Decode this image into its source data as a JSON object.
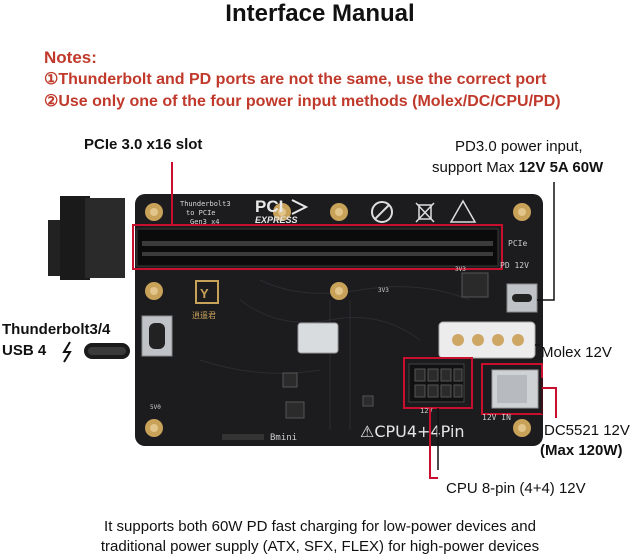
{
  "title": "Interface Manual",
  "notes": {
    "heading": "Notes:",
    "items": [
      "①Thunderbolt and PD ports are not the same, use the correct port",
      "②Use only one of the four power input methods (Molex/DC/CPU/PD)"
    ]
  },
  "labels": {
    "pcie_slot": "PCIe 3.0 x16 slot",
    "pd_line1": "PD3.0 power input,",
    "pd_line2_prefix": "support Max ",
    "pd_line2_bold": "12V 5A 60W",
    "thunderbolt_line1": "Thunderbolt3/4",
    "thunderbolt_line2": "USB 4",
    "molex": "Molex 12V",
    "dc_line1": "DC5521 12V",
    "dc_line2": "(Max 120W)",
    "cpu": "CPU 8-pin (4+4) 12V"
  },
  "board_text": {
    "tb_header1": "Thunderbolt3",
    "tb_header2": "to PCIe",
    "tb_header3": "Gen3 x4",
    "pci_logo": "PCI",
    "express": "EXPRESS",
    "pcie_side": "PCIe",
    "pd12v": "PD 12V",
    "logo_cn": "逍遥君",
    "cpu_silk": "⚠CPU4+4Pin",
    "v12in": "12V IN",
    "v12": "12V",
    "bmini": "Bmini",
    "v3v3_a": "3V3",
    "v3v3_b": "3V3",
    "v5v0": "5V0"
  },
  "footer": {
    "line1": "It supports both 60W PD fast charging for low-power devices and",
    "line2": "traditional power supply (ATX, SFX, FLEX) for high-power devices"
  },
  "colors": {
    "notes_red": "#c0392b",
    "callout_red": "#c8102e",
    "board": "#1c1c1e",
    "gold": "#c9a25a"
  }
}
